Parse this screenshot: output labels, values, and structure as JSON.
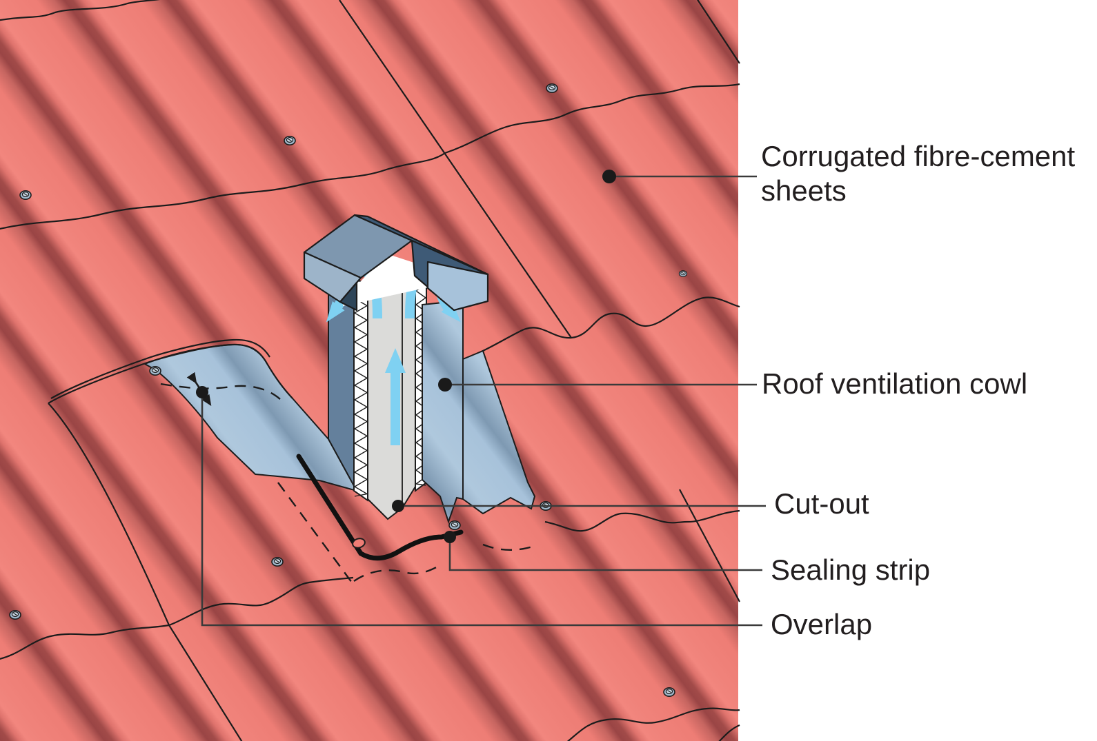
{
  "figure": {
    "type": "technical-illustration",
    "subject": "Roof ventilation cowl installed on a corrugated roof",
    "colors": {
      "background": "#ffffff",
      "sheet_light": "#EF7D75",
      "sheet_shadow": "#9A4545",
      "cowl_light_blue": "#A7C2DA",
      "cowl_medium_blue": "#7E97AF",
      "cowl_dark_blue": "#3E5A76",
      "cowl_side_panel": "#64809C",
      "duct_gray": "#DBDBD9",
      "airflow_arrow": "#7FD1F2",
      "outline": "#1C1C1C",
      "leader_line": "#3A3A3A",
      "label_text": "#221E1F"
    }
  },
  "labels": [
    {
      "id": "corrugated-sheets",
      "text": "Corrugated fibre-cement sheets"
    },
    {
      "id": "roof-ventilation-cowl",
      "text": "Roof ventilation cowl"
    },
    {
      "id": "cut-out",
      "text": "Cut-out"
    },
    {
      "id": "sealing-strip",
      "text": "Sealing strip"
    },
    {
      "id": "overlap",
      "text": "Overlap"
    }
  ]
}
